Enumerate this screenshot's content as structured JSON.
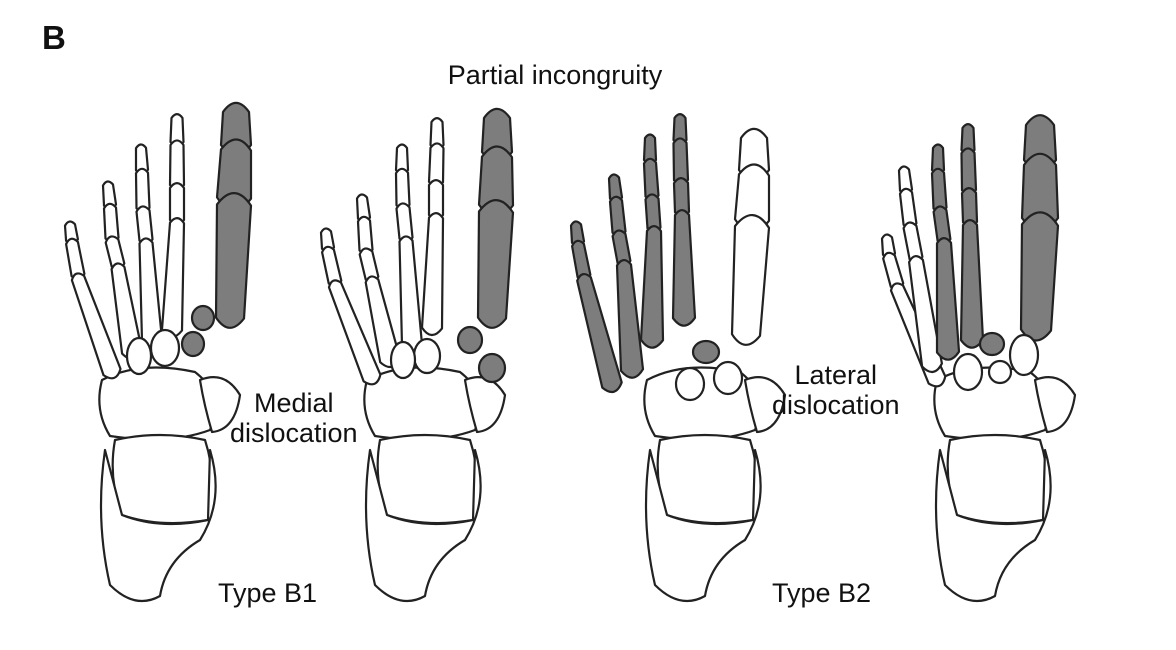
{
  "panel_letter": "B",
  "heading": "Partial incongruity",
  "labels": {
    "medial": [
      "Medial",
      "dislocation"
    ],
    "lateral": [
      "Lateral",
      "dislocation"
    ],
    "type_b1": "Type B1",
    "type_b2": "Type B2"
  },
  "colors": {
    "bone_outline": "#222222",
    "bone_fill": "#ffffff",
    "displaced_fill": "#7d7d7d"
  },
  "feet": [
    {
      "id": "b1-before",
      "group": "Type B1",
      "displaced": [
        "hallux",
        "medial-cuneiform"
      ]
    },
    {
      "id": "b1-after",
      "group": "Type B1",
      "displaced": [
        "hallux",
        "medial-cuneiform"
      ]
    },
    {
      "id": "b2-before",
      "group": "Type B2",
      "displaced": [
        "lesser-rays",
        "middle-cuneiform"
      ]
    },
    {
      "id": "b2-after",
      "group": "Type B2",
      "displaced": [
        "lesser-rays",
        "middle-cuneiform"
      ]
    }
  ]
}
